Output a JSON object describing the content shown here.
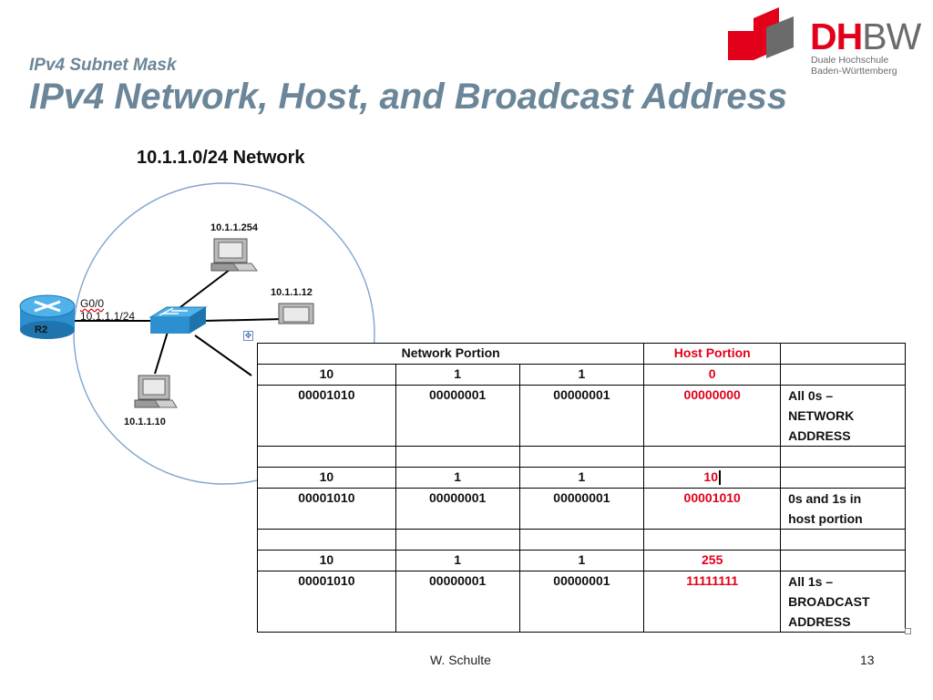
{
  "slide": {
    "subtitle": "IPv4 Subnet Mask",
    "title": "IPv4 Network, Host, and Broadcast Address"
  },
  "logo": {
    "text_dh": "DH",
    "text_bw": "BW",
    "line1": "Duale Hochschule",
    "line2": "Baden-Württemberg",
    "colors": {
      "red": "#e2001a",
      "grey": "#6b6b6b"
    }
  },
  "diagram": {
    "title": "10.1.1.0/24 Network",
    "router": {
      "name": "R2",
      "interface": "G0/0",
      "address": "10.1.1.1/24"
    },
    "hosts": [
      {
        "label": "10.1.1.254"
      },
      {
        "label": "10.1.1.12"
      },
      {
        "label": "10.1.1.10"
      }
    ]
  },
  "table": {
    "header": {
      "network_portion": "Network Portion",
      "host_portion": "Host Portion"
    },
    "rows": [
      {
        "cells": [
          "10",
          "1",
          "1",
          "0",
          ""
        ]
      },
      {
        "cells": [
          "00001010",
          "00000001",
          "00000001",
          "00000000"
        ],
        "note": [
          "All 0s –",
          "NETWORK",
          "ADDRESS"
        ]
      },
      {
        "cells": [
          "",
          "",
          "",
          "",
          ""
        ]
      },
      {
        "cells": [
          "10",
          "1",
          "1",
          "10",
          ""
        ]
      },
      {
        "cells": [
          "00001010",
          "00000001",
          "00000001",
          "00001010"
        ],
        "note": [
          "0s and 1s in",
          "host portion"
        ]
      },
      {
        "cells": [
          "",
          "",
          "",
          "",
          ""
        ]
      },
      {
        "cells": [
          "10",
          "1",
          "1",
          "255",
          ""
        ]
      },
      {
        "cells": [
          "00001010",
          "00000001",
          "00000001",
          "11111111"
        ],
        "note": [
          "All 1s –",
          "BROADCAST",
          "ADDRESS"
        ]
      }
    ]
  },
  "footer": {
    "author": "W. Schulte",
    "page": "13"
  },
  "icons": {
    "move_handle": "move-handle-icon",
    "resize_handle": "resize-handle-icon"
  }
}
